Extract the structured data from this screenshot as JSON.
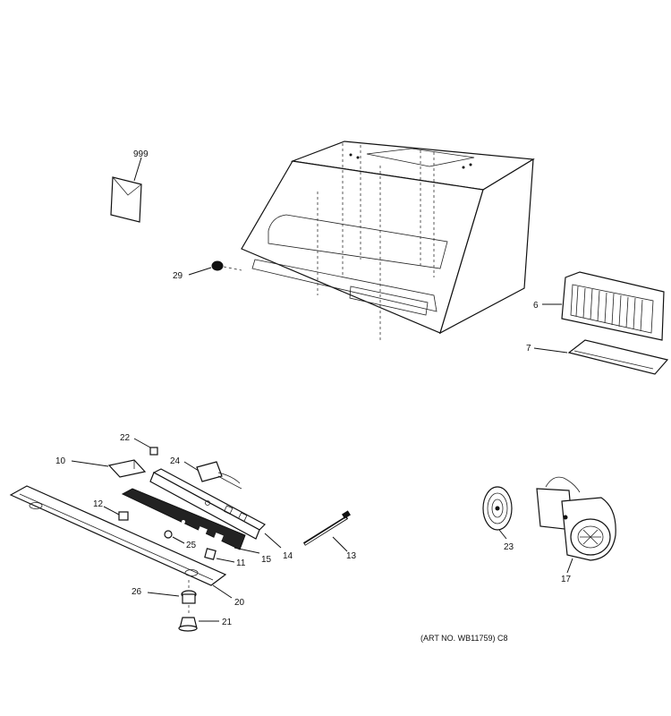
{
  "labels": {
    "p999": "999",
    "p29": "29",
    "p6": "6",
    "p7": "7",
    "p22": "22",
    "p10": "10",
    "p24": "24",
    "p12": "12",
    "p25": "25",
    "p11": "11",
    "p15": "15",
    "p14": "14",
    "p13": "13",
    "p20": "20",
    "p26": "26",
    "p21": "21",
    "p23": "23",
    "p17": "17"
  },
  "art_number": "(ART NO. WB11759) C8"
}
